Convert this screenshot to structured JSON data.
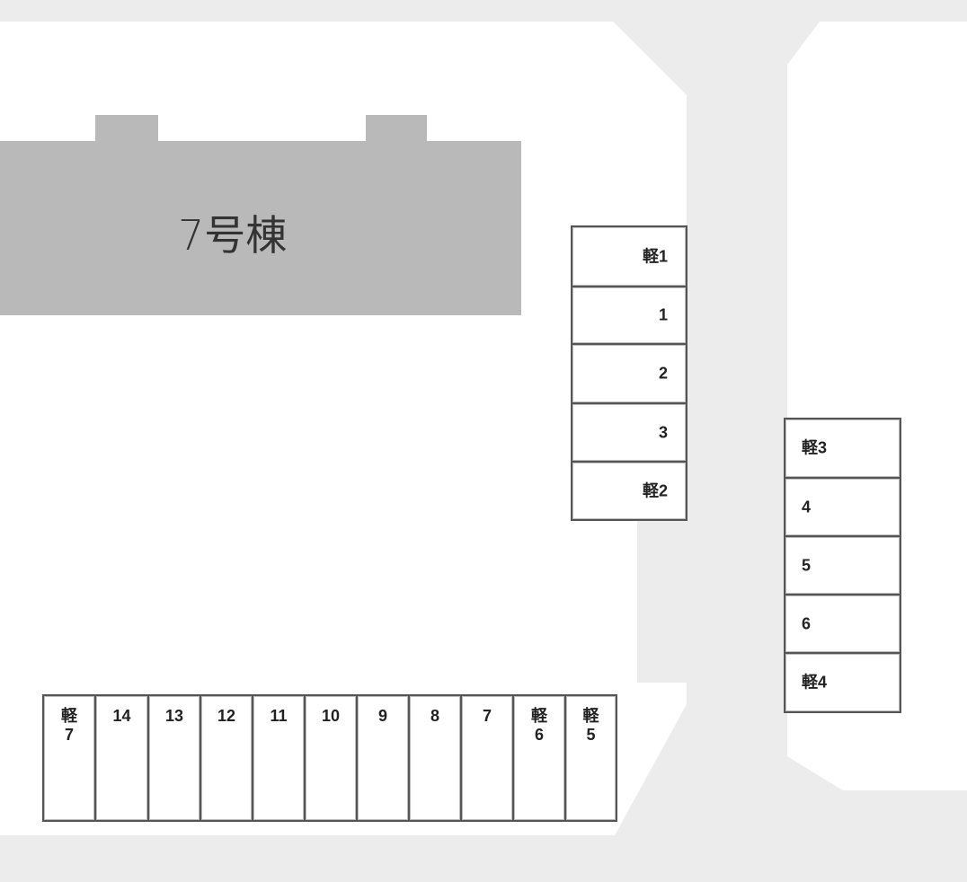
{
  "building": {
    "label": "7号棟"
  },
  "stalls_right_upper": [
    {
      "id": "k1",
      "label": "軽1"
    },
    {
      "id": "1",
      "label": "1"
    },
    {
      "id": "2",
      "label": "2"
    },
    {
      "id": "3",
      "label": "3"
    },
    {
      "id": "k2",
      "label": "軽2"
    }
  ],
  "stalls_far_right": [
    {
      "id": "k3",
      "label": "軽3"
    },
    {
      "id": "4",
      "label": "4"
    },
    {
      "id": "5",
      "label": "5"
    },
    {
      "id": "6",
      "label": "6"
    },
    {
      "id": "k4",
      "label": "軽4"
    }
  ],
  "stalls_bottom": [
    {
      "id": "k7",
      "label": "軽\n7"
    },
    {
      "id": "14",
      "label": "14"
    },
    {
      "id": "13",
      "label": "13"
    },
    {
      "id": "12",
      "label": "12"
    },
    {
      "id": "11",
      "label": "11"
    },
    {
      "id": "10",
      "label": "10"
    },
    {
      "id": "9",
      "label": "9"
    },
    {
      "id": "8",
      "label": "8"
    },
    {
      "id": "7",
      "label": "7"
    },
    {
      "id": "k6",
      "label": "軽\n6"
    },
    {
      "id": "k5",
      "label": "軽\n5"
    }
  ],
  "colors": {
    "road": "#ececec",
    "lot": "#ffffff",
    "building": "#b9b9b9",
    "stall_border": "#555555"
  }
}
